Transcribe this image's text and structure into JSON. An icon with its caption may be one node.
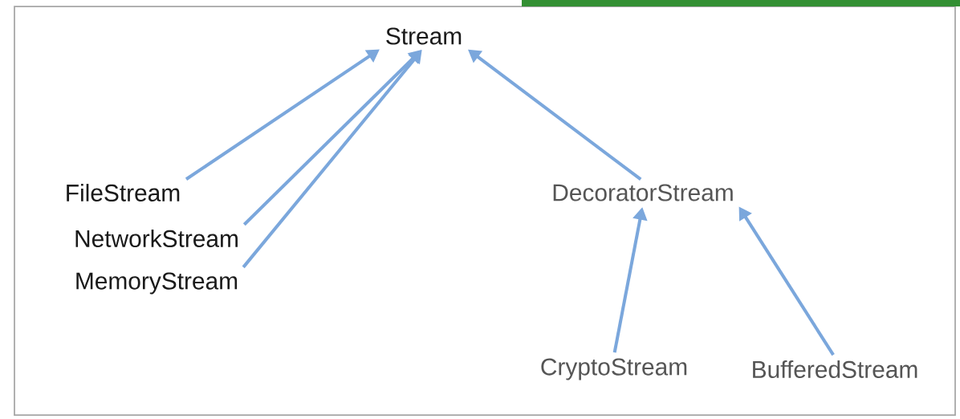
{
  "diagram": {
    "nodes": [
      {
        "text": [
          "Stream"
        ]
      },
      {
        "text": [
          "FileStream"
        ]
      },
      {
        "text": [
          "NetworkStream"
        ]
      },
      {
        "text": [
          "MemoryStream"
        ]
      },
      {
        "text": [
          "DecoratorStream"
        ]
      },
      {
        "text": [
          "CryptoStream"
        ]
      },
      {
        "text": [
          "BufferedStream"
        ]
      }
    ],
    "edges": [
      {
        "from": 1,
        "to": 0,
        "arrow": "to"
      },
      {
        "from": 2,
        "to": 0,
        "arrow": "to"
      },
      {
        "from": 3,
        "to": 0,
        "arrow": "to"
      },
      {
        "from": 4,
        "to": 0,
        "arrow": "to"
      },
      {
        "from": 5,
        "to": 4,
        "arrow": "to"
      },
      {
        "from": 6,
        "to": 4,
        "arrow": "to"
      }
    ]
  }
}
